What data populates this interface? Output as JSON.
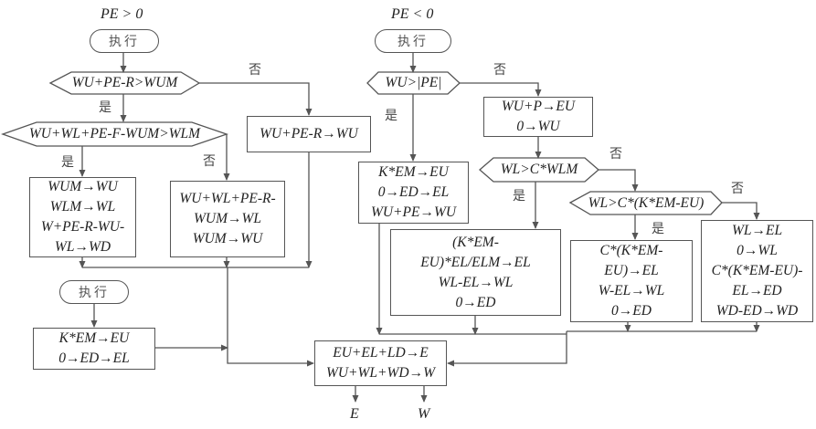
{
  "headers": {
    "left": "PE > 0",
    "right": "PE < 0"
  },
  "labels": {
    "yes": "是",
    "no": "否"
  },
  "terminals": {
    "start_left": "执行",
    "start_right": "执行",
    "start_bottom": "执行"
  },
  "decisions": {
    "d1": "WU+PE-R>WUM",
    "d2": "WU+WL+PE-F-WUM>WLM",
    "d3": "WU>|PE|",
    "d4": "WL>C*WLM",
    "d5": "WL>C*(K*EM-EU)"
  },
  "processes": {
    "p_left_yes": [
      "WUM→WU",
      "WLM→WL",
      "W+PE-R-WU-",
      "WL→WD"
    ],
    "p_left_no": [
      "WU+WL+PE-R-",
      "WUM→WL",
      "WUM→WU"
    ],
    "p_d1_no": [
      "WU+PE-R→WU"
    ],
    "p_bottom_left": [
      "K*EM→EU",
      "0→ED→EL"
    ],
    "p_d3_yes": [
      "K*EM→EU",
      "0→ED→EL",
      "WU+PE→WU"
    ],
    "p_d3_no": [
      "WU+P→EU",
      "0→WU"
    ],
    "p_d4_yes": [
      "(K*EM-",
      "EU)*EL/ELM→EL",
      "WL-EL→WL",
      "0→ED"
    ],
    "p_d5_yes": [
      "C*(K*EM-",
      "EU)→EL",
      "W-EL→WL",
      "0→ED"
    ],
    "p_d5_no": [
      "WL→EL",
      "0→WL",
      "C*(K*EM-EU)-",
      "EL→ED",
      "WD-ED→WD"
    ],
    "p_final": [
      "EU+EL+LD→E",
      "WU+WL+WD→W"
    ]
  },
  "outputs": {
    "e": "E",
    "w": "W"
  }
}
